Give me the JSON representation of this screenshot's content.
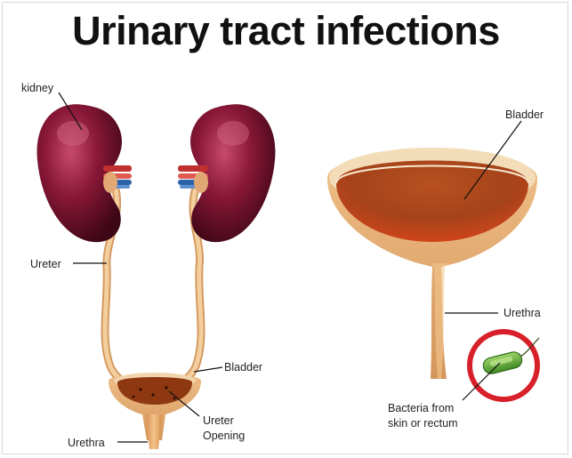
{
  "title": "Urinary tract infections",
  "labels": {
    "kidney": "kidney",
    "ureter": "Ureter",
    "bladder_small": "Bladder",
    "ureter_opening_line1": "Ureter",
    "ureter_opening_line2": "Opening",
    "urethra_small": "Urethra",
    "bladder_large": "Bladder",
    "urethra_large": "Urethra",
    "bacteria_line1": "Bacteria from",
    "bacteria_line2": "skin or rectum"
  },
  "colors": {
    "kidney": "#7a1030",
    "artery": "#c0302e",
    "vein": "#2c62a8",
    "tube": "#e8b47c",
    "bladder_inner": "#9a3a12",
    "bacteria_ring": "#d8202a",
    "bacteria_body": "#5aa030"
  }
}
